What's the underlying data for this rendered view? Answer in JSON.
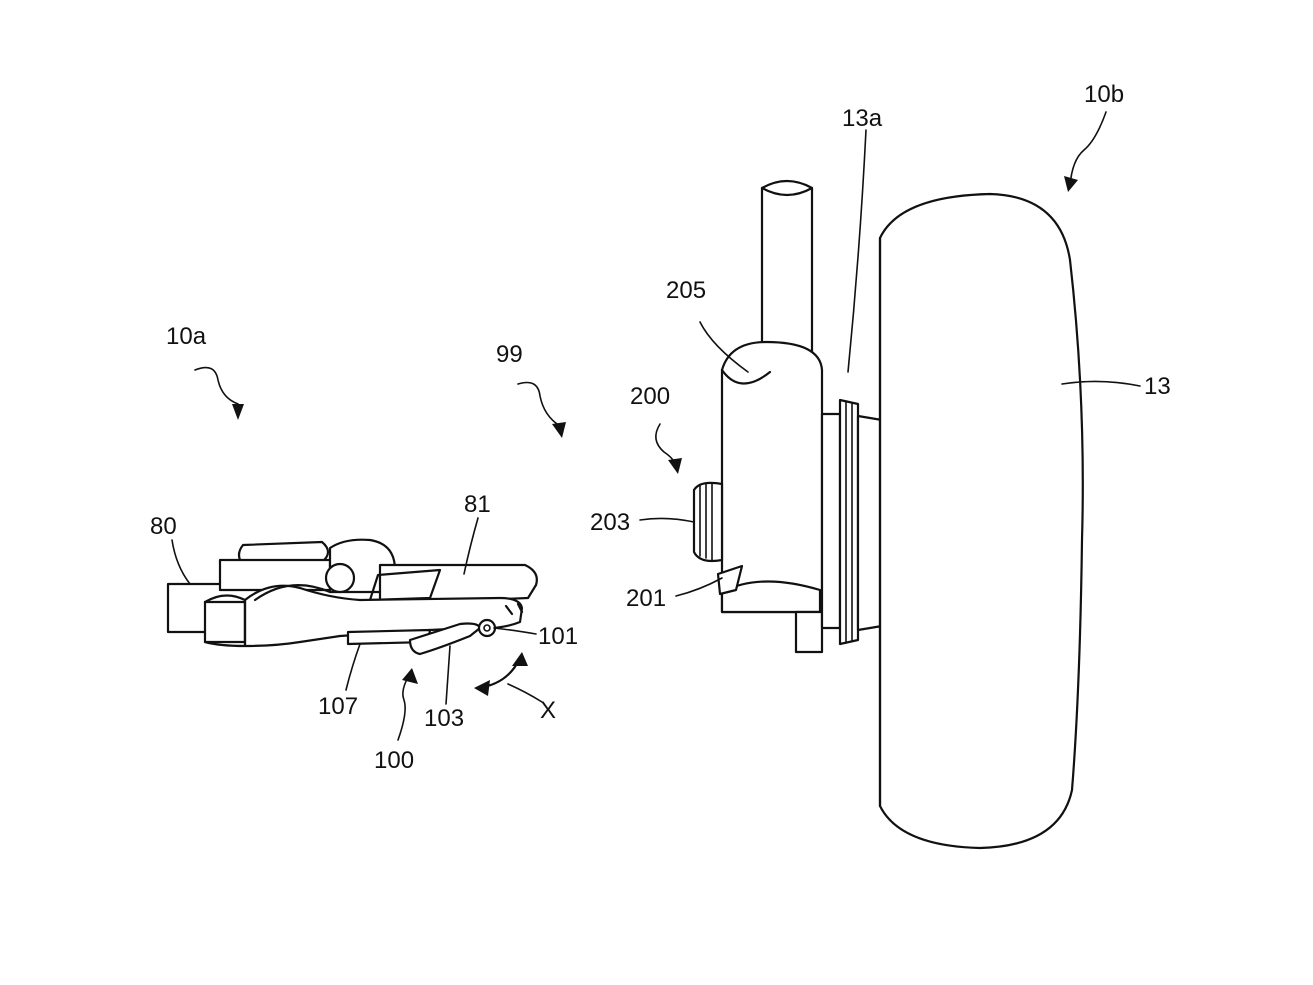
{
  "figure": {
    "labels": {
      "l10a": "10a",
      "l99": "99",
      "l80": "80",
      "l81": "81",
      "l101": "101",
      "l107": "107",
      "l103": "103",
      "l100": "100",
      "lX": "X",
      "l200": "200",
      "l205": "205",
      "l203": "203",
      "l201": "201",
      "l13a": "13a",
      "l10b": "10b",
      "l13": "13"
    },
    "colors": {
      "line": "#111111",
      "background": "#ffffff"
    }
  }
}
